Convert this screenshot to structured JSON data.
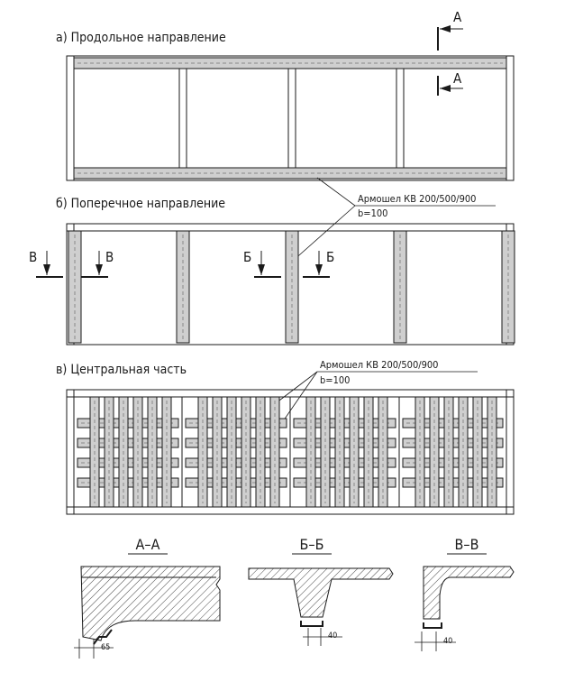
{
  "panels": {
    "a": {
      "label": "а) Продольное направление"
    },
    "b": {
      "label": "б) Поперечное направление"
    },
    "c": {
      "label": "в) Центральная часть"
    }
  },
  "section_marks": {
    "A": "А",
    "B": "Б",
    "V": "В"
  },
  "callouts": {
    "upper": {
      "product": "Армошел КВ 200/500/900",
      "width": "b=100"
    },
    "lower": {
      "product": "Армошел КВ 200/500/900",
      "width": "b=100"
    }
  },
  "sections": {
    "aa": {
      "title": "А–А",
      "dim": "65"
    },
    "bb": {
      "title": "Б–Б",
      "dim": "40"
    },
    "vv": {
      "title": "В–В",
      "dim": "40"
    }
  },
  "colors": {
    "line": "#1a1a1a",
    "band_fill": "#cfcfcf",
    "band_dash": "#8a8a8a"
  }
}
